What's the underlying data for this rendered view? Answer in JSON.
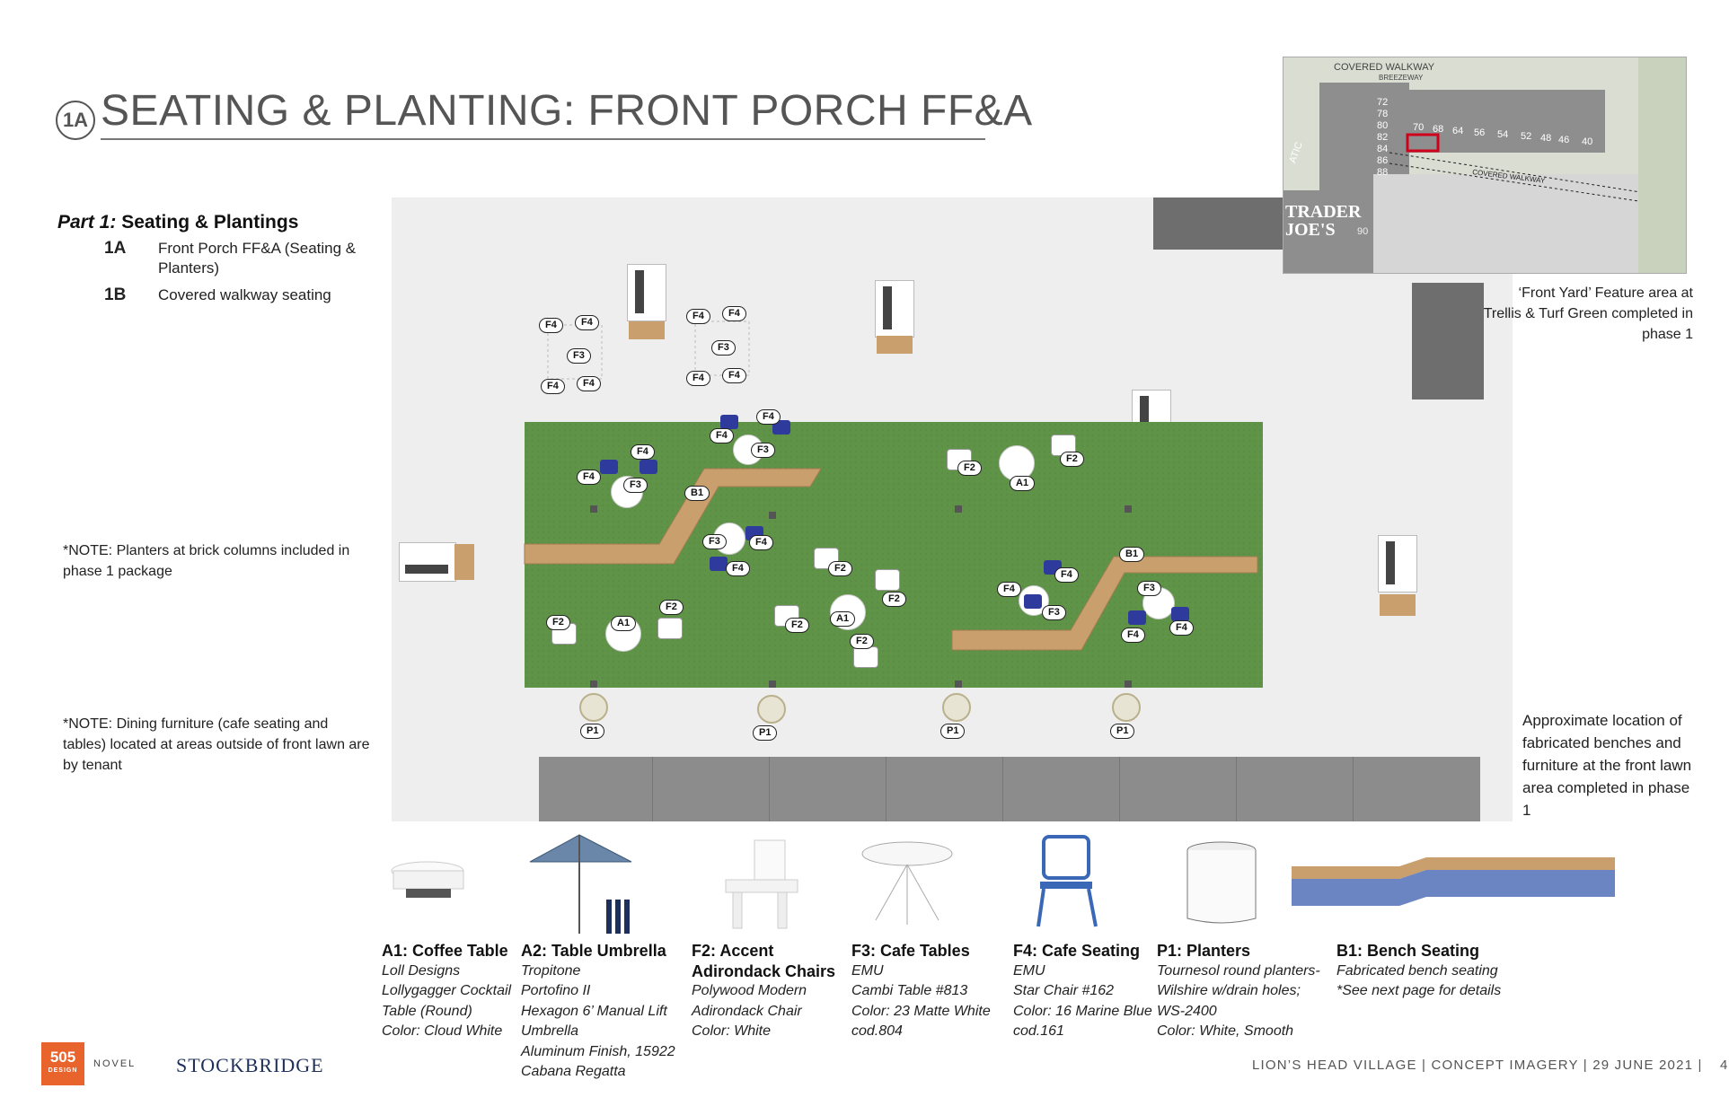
{
  "header": {
    "badge": "1A",
    "title": "SEATING & PLANTING: FRONT PORCH FF&A"
  },
  "part": {
    "italic": "Part 1:",
    "bold": "Seating & Plantings"
  },
  "list": [
    {
      "code": "1A",
      "text": "Front Porch FF&A (Seating & Planters)"
    },
    {
      "code": "1B",
      "text": "Covered walkway seating"
    }
  ],
  "notes": {
    "planters": "*NOTE: Planters at brick columns included in phase 1 package",
    "dining": "*NOTE: Dining furniture (cafe seating and tables) located at areas outside of front lawn are by tenant"
  },
  "inset": {
    "covered_walkway": "COVERED WALKWAY",
    "breezeway": "BREEZEWAY",
    "covered_walkway_2": "COVERED WALKWAY",
    "store": "TRADER JOE'S",
    "store_num": "90",
    "left_text": "ATIC",
    "numbers_col": [
      "72",
      "78",
      "80",
      "82",
      "84",
      "86",
      "88"
    ],
    "numbers_row": [
      "70",
      "68",
      "64",
      "56",
      "54",
      "52",
      "48",
      "46",
      "40"
    ],
    "caption": "‘Front Yard’ Feature area at Trellis & Turf Green completed in phase 1"
  },
  "right_note": "Approximate location of fabricated benches and furniture at the front lawn area completed in phase 1",
  "plan_labels": {
    "f4": "F4",
    "f3": "F3",
    "f2": "F2",
    "a1": "A1",
    "b1": "B1",
    "p1": "P1"
  },
  "products": [
    {
      "code_name": "A1: Coffee Table",
      "lines": [
        "Loll Designs",
        "Lollygagger Cocktail",
        "Table (Round)",
        "Color: Cloud White"
      ]
    },
    {
      "code_name": "A2: Table Umbrella",
      "lines": [
        "Tropitone",
        "Portofino II",
        "Hexagon 6’ Manual Lift",
        "Umbrella",
        "Aluminum Finish, 15922",
        "Cabana Regatta"
      ]
    },
    {
      "code_name": "F2: Accent",
      "code_name_2": "Adirondack Chairs",
      "lines": [
        "Polywood Modern",
        "Adirondack Chair",
        "Color: White"
      ]
    },
    {
      "code_name": "F3: Cafe Tables",
      "lines": [
        "EMU",
        "Cambi Table #813",
        "Color: 23 Matte White",
        "cod.804"
      ]
    },
    {
      "code_name": "F4: Cafe Seating",
      "lines": [
        "EMU",
        "Star Chair #162",
        "Color: 16 Marine Blue",
        "cod.161"
      ]
    },
    {
      "code_name": "P1: Planters",
      "lines": [
        "Tournesol round planters-",
        "Wilshire w/drain holes;",
        "WS-2400",
        "Color: White, Smooth"
      ]
    },
    {
      "code_name": "B1: Bench Seating",
      "lines": [
        "Fabricated bench seating",
        "*See next page for details"
      ]
    }
  ],
  "footer": {
    "text": "LION’S HEAD VILLAGE | CONCEPT IMAGERY | 29 JUNE 2021 |",
    "page": "4",
    "logo_num": "505",
    "logo_sub": "DESIGN",
    "novel": "NOVEL",
    "stockbridge": "STOCKBRIDGE"
  },
  "colors": {
    "lawn": "#5f9347",
    "path": "#c9a06d",
    "chair_blue": "#2f3b9c",
    "logo_orange": "#e8642c"
  }
}
